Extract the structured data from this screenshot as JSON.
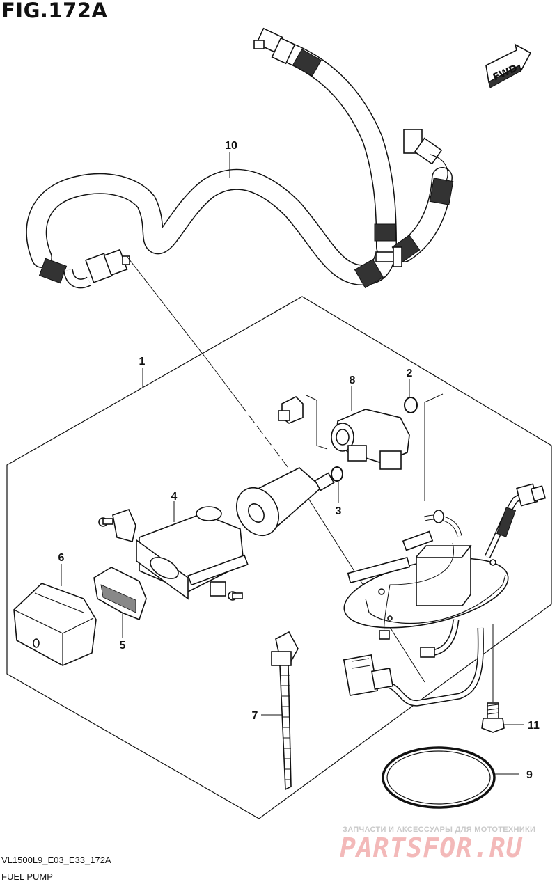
{
  "figure": {
    "title": "FIG.172A",
    "code": "VL1500L9_E03_E33_172A",
    "name": "FUEL PUMP",
    "direction_badge": "FWD"
  },
  "callouts": [
    {
      "num": "1",
      "part": "fuel-pump-assembly"
    },
    {
      "num": "2",
      "part": "o-ring-upper"
    },
    {
      "num": "3",
      "part": "o-ring-lower"
    },
    {
      "num": "4",
      "part": "fuel-pump-holder"
    },
    {
      "num": "5",
      "part": "cushion"
    },
    {
      "num": "6",
      "part": "fuel-filter"
    },
    {
      "num": "7",
      "part": "cable-tie"
    },
    {
      "num": "8",
      "part": "fuel-pressure-regulator"
    },
    {
      "num": "9",
      "part": "gasket"
    },
    {
      "num": "10",
      "part": "fuel-hose"
    },
    {
      "num": "11",
      "part": "bolt"
    }
  ],
  "watermark": {
    "text": "ЗАПЧАСТИ И АКСЕССУАРЫ ДЛЯ МОТОТЕХНИКИ",
    "logo": "PARTSFOR.RU"
  }
}
